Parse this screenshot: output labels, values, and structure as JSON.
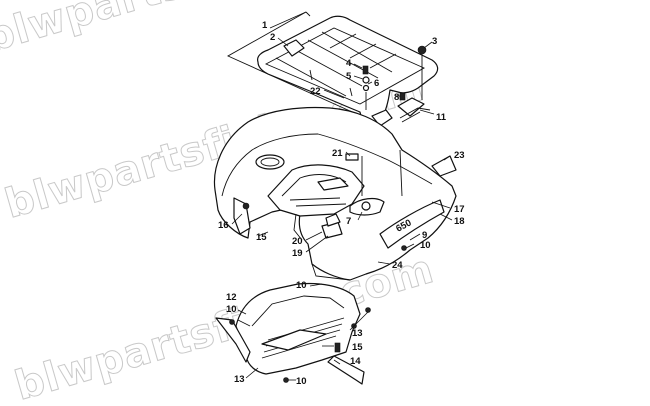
{
  "watermark": "blwpartsfiche.com",
  "callouts": [
    "1",
    "2",
    "3",
    "4",
    "5",
    "6",
    "7",
    "8",
    "9",
    "10",
    "11",
    "12",
    "13",
    "14",
    "15",
    "16",
    "17",
    "18",
    "19",
    "20",
    "21",
    "22",
    "23",
    "24"
  ],
  "decal_text": "650"
}
